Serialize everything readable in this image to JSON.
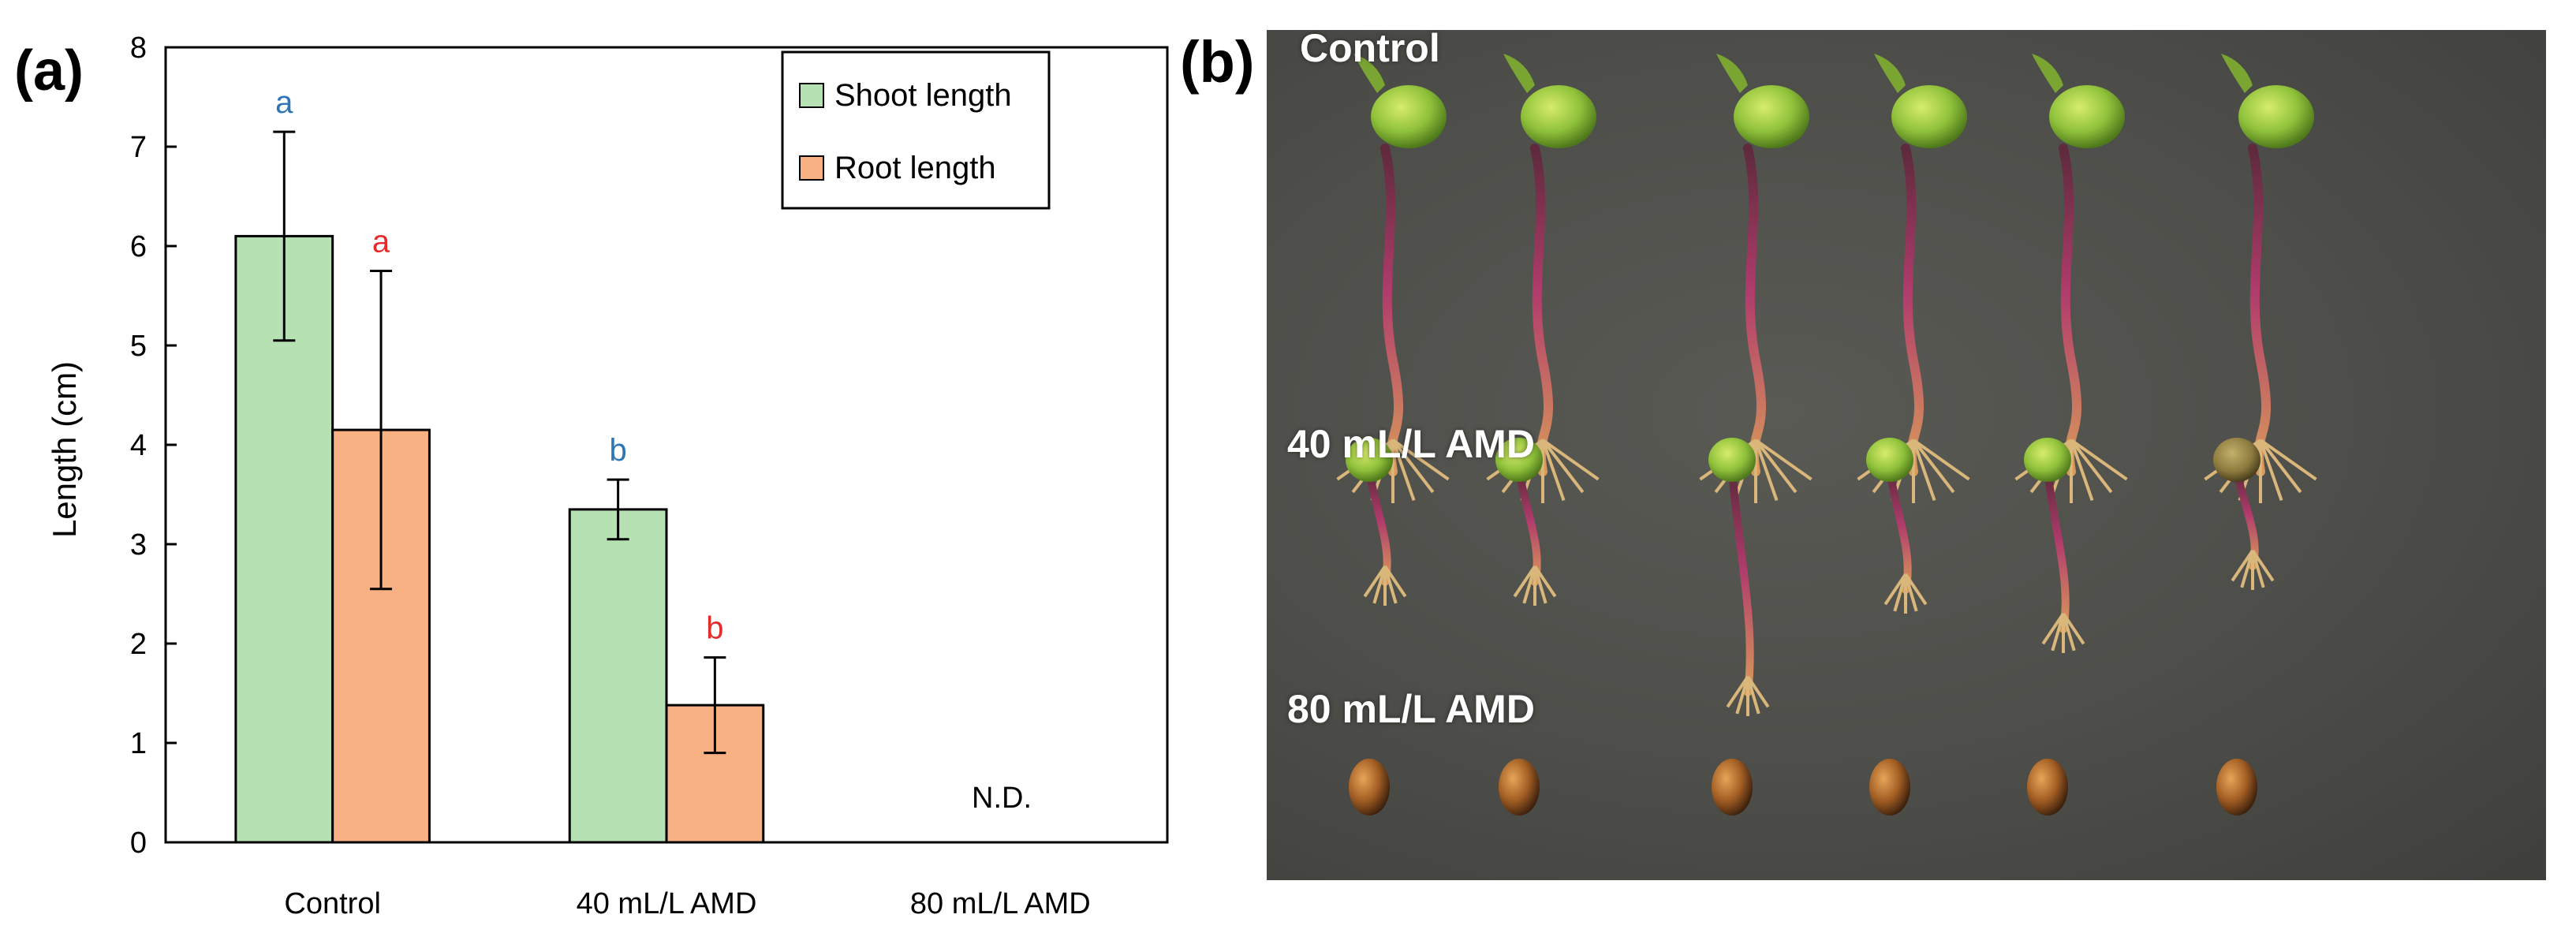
{
  "panel_labels": {
    "a": "(a)",
    "b": "(b)"
  },
  "chart_data": {
    "type": "bar",
    "categories": [
      "Control",
      "40 mL/L AMD",
      "80 mL/L AMD"
    ],
    "series": [
      {
        "name": "Shoot length",
        "color": "#b5e1b3",
        "values": [
          6.1,
          3.35,
          null
        ],
        "errors": [
          1.05,
          0.3,
          null
        ],
        "letters": [
          "a",
          "b",
          ""
        ],
        "letter_color": "#2e75b6"
      },
      {
        "name": "Root length",
        "color": "#f8b183",
        "values": [
          4.15,
          1.38,
          null
        ],
        "errors": [
          1.6,
          0.48,
          null
        ],
        "letters": [
          "a",
          "b",
          ""
        ],
        "letter_color": "#e52c2c"
      }
    ],
    "ylabel": "Length (cm)",
    "ylim": [
      0,
      8
    ],
    "yticks": [
      0,
      1,
      2,
      3,
      4,
      5,
      6,
      7,
      8
    ],
    "nd_label": "N.D.",
    "legend_position": "top-right",
    "grid": false
  },
  "photo": {
    "row_labels": [
      "Control",
      "40 mL/L AMD",
      "80 mL/L AMD"
    ]
  }
}
